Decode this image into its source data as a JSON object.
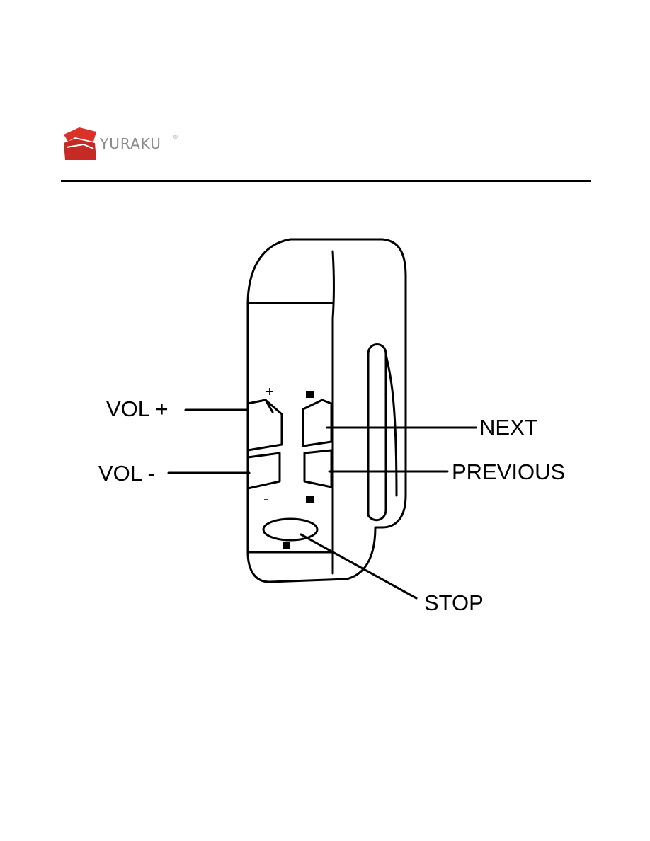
{
  "header": {
    "brand_name": "YURAKU",
    "brand_mark": "®",
    "logo_icon": "yuraku-logo-icon",
    "brand_color": "#d8322a"
  },
  "figure": {
    "labels": {
      "vol_plus": "VOL +",
      "vol_minus": "VOL -",
      "next": "NEXT",
      "previous": "PREVIOUS",
      "stop": "STOP"
    },
    "button_symbols": {
      "plus": "+",
      "minus": "-"
    }
  }
}
